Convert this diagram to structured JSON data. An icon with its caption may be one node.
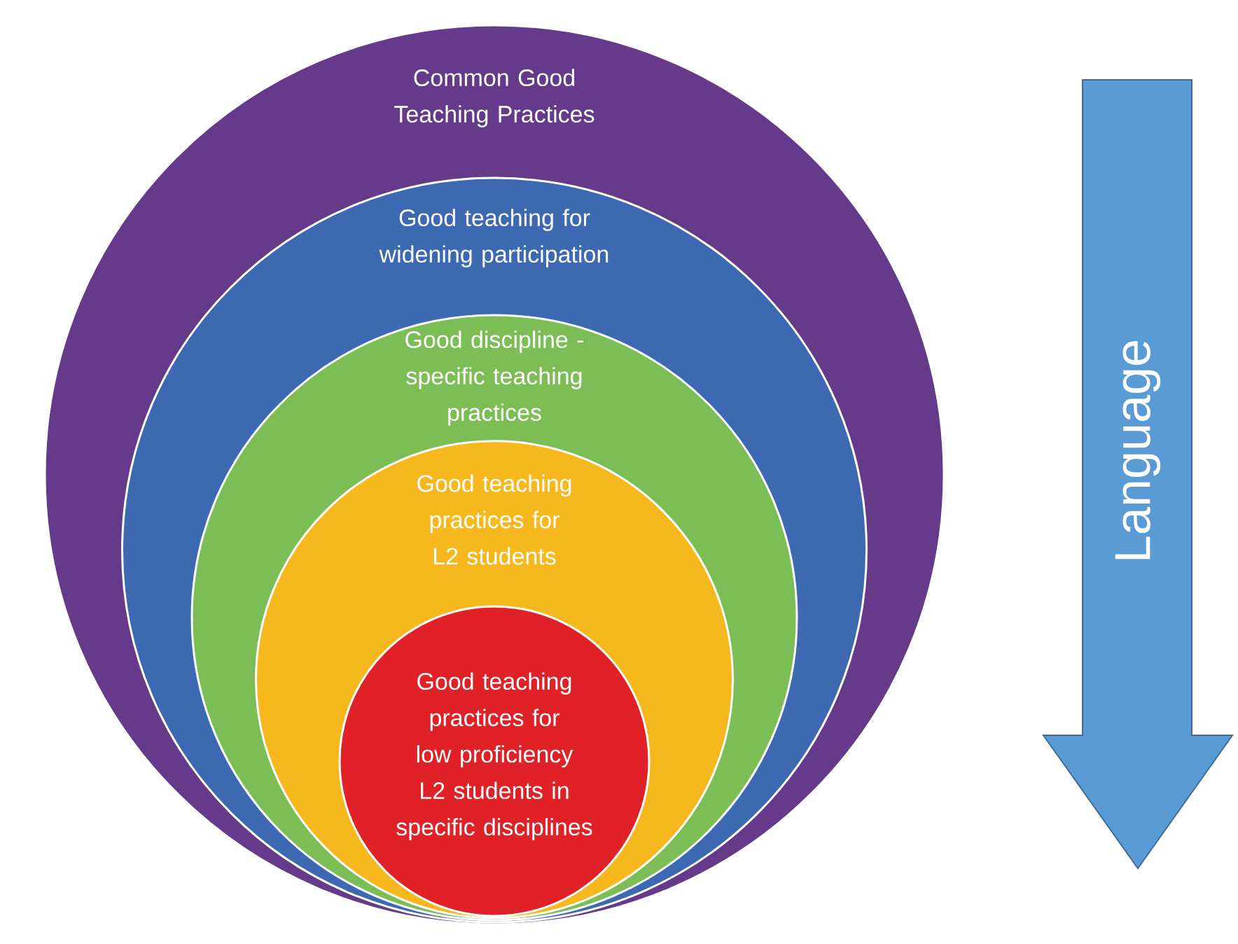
{
  "diagram": {
    "nodes": [
      {
        "text": [
          "Common Good Teaching Practices"
        ]
      },
      {
        "text": [
          "Good teaching for widening participation"
        ],
        "in": 0
      },
      {
        "text": [
          "Good discipline - specific teaching practices"
        ],
        "in": 1
      },
      {
        "text": [
          "Good teaching practices for L2 students"
        ],
        "in": 2
      },
      {
        "text": [
          "Good teaching practices for low proficiency L2 students in specific disciplines"
        ],
        "in": 3
      },
      {
        "text": [
          "Language"
        ]
      }
    ]
  }
}
